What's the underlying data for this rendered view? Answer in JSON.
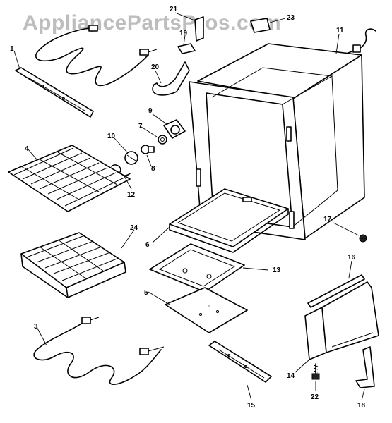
{
  "watermark": "AppliancePartsPros.com",
  "callouts": {
    "c1": "1",
    "c3": "3",
    "c4": "4",
    "c5": "5",
    "c6": "6",
    "c7": "7",
    "c8": "8",
    "c9": "9",
    "c10": "10",
    "c11": "11",
    "c12": "12",
    "c13": "13",
    "c14": "14",
    "c15": "15",
    "c16": "16",
    "c17": "17",
    "c18": "18",
    "c19": "19",
    "c20": "20",
    "c21": "21",
    "c22": "22",
    "c23": "23",
    "c24": "24"
  }
}
